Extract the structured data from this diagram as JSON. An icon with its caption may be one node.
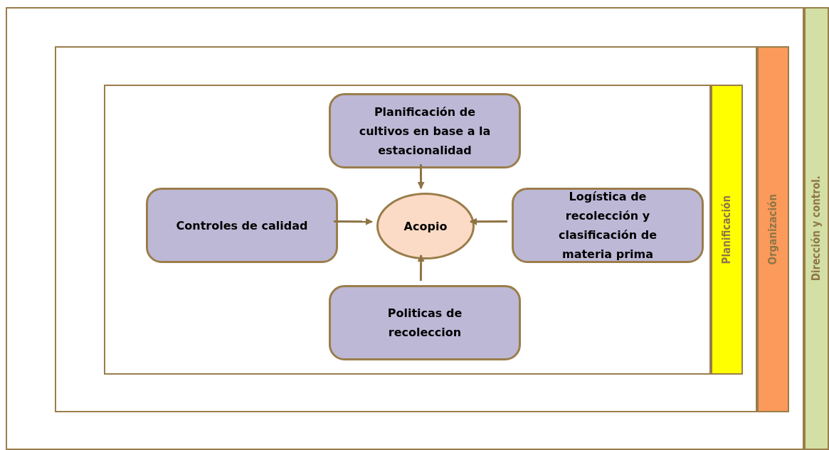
{
  "diagram": {
    "nodes": [
      {
        "text": [],
        "shape": "box"
      },
      {
        "text": [
          "Dirección y control."
        ]
      },
      {
        "text": [],
        "shape": "box",
        "in": 0
      },
      {
        "text": [
          "Organización"
        ],
        "in": 0
      },
      {
        "text": [],
        "shape": "box",
        "in": 2
      },
      {
        "text": [
          "Planificación"
        ],
        "in": 2
      },
      {
        "text": [
          "Planificación de cultivos en base a la estacionalidad"
        ],
        "in": 4
      },
      {
        "text": [
          "Controles de calidad"
        ],
        "in": 4
      },
      {
        "text": [
          "Acopio"
        ],
        "in": 4
      },
      {
        "text": [
          "Logística de recolección y clasificación de materia prima"
        ],
        "in": 4
      },
      {
        "text": [
          "Politicas de recoleccion"
        ],
        "in": 4
      }
    ],
    "edges": [
      {
        "from": 6,
        "to": 8,
        "arrow": "to"
      },
      {
        "from": 7,
        "to": 8,
        "arrow": "to"
      },
      {
        "from": 9,
        "to": 8,
        "arrow": "to"
      },
      {
        "from": 10,
        "to": 8,
        "arrow": "to"
      }
    ]
  }
}
